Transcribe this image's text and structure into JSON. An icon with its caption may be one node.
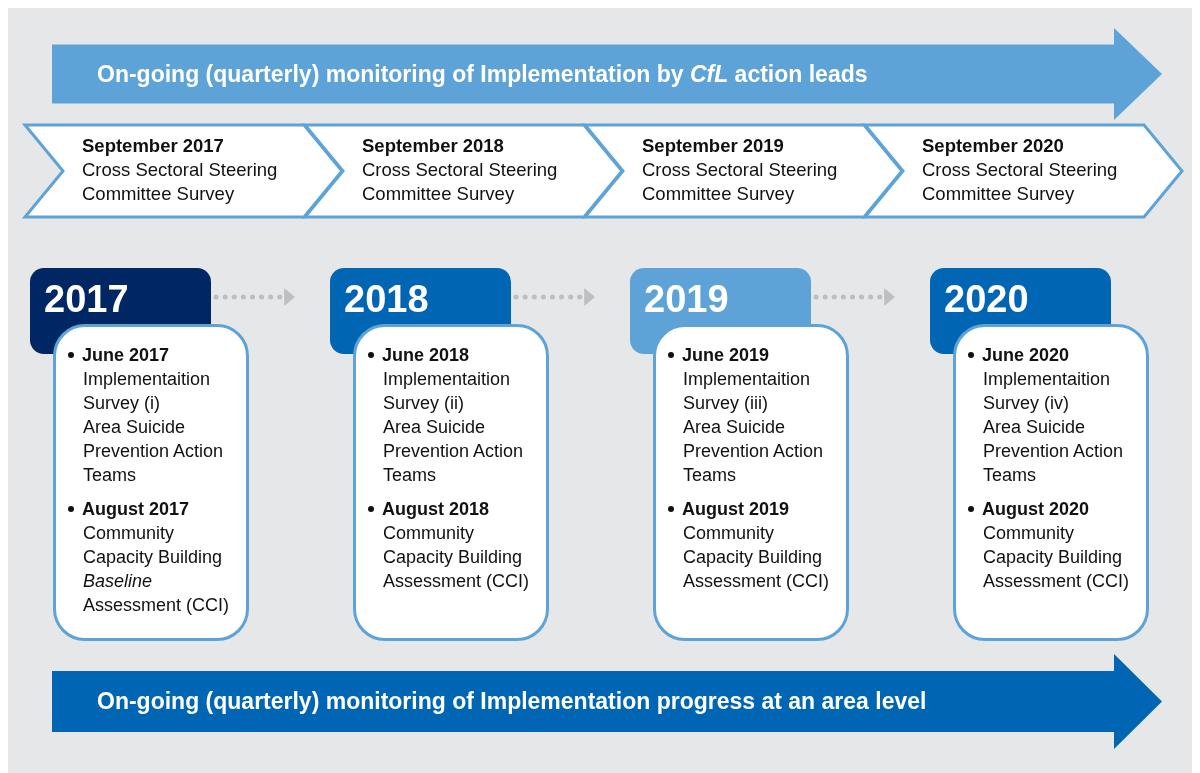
{
  "diagram": {
    "nodes": [
      {
        "text": [
          "On-going (quarterly) monitoring of Implementation by *CfL* action leads"
        ]
      },
      {
        "text": [
          "September 2017",
          "Cross Sectoral Steering Committee Survey"
        ]
      },
      {
        "text": [
          "September 2018",
          "Cross Sectoral Steering Committee Survey"
        ]
      },
      {
        "text": [
          "September 2019",
          "Cross Sectoral Steering Committee Survey"
        ]
      },
      {
        "text": [
          "September 2020",
          "Cross Sectoral Steering Committee Survey"
        ]
      },
      {
        "text": [
          "2017"
        ]
      },
      {
        "text": [
          "June 2017",
          "Implementaition Survey (i)",
          "Area Suicide Prevention Action Teams",
          "August 2017",
          "Community Capacity Building *Baseline* Assessment (CCI)"
        ]
      },
      {
        "text": [
          "2018"
        ]
      },
      {
        "text": [
          "June 2018",
          "Implementaition Survey (ii)",
          "Area Suicide Prevention Action Teams",
          "August 2018",
          "Community Capacity Building Assessment (CCI)"
        ]
      },
      {
        "text": [
          "2019"
        ]
      },
      {
        "text": [
          "June 2019",
          "Implementaition Survey (iii)",
          "Area Suicide Prevention Action Teams",
          "August 2019",
          "Community Capacity Building Assessment (CCI)"
        ]
      },
      {
        "text": [
          "2020"
        ]
      },
      {
        "text": [
          "June 2020",
          "Implementaition Survey (iv)",
          "Area Suicide Prevention Action Teams",
          "August 2020",
          "Community Capacity Building Assessment (CCI)"
        ]
      },
      {
        "text": [
          "On-going (quarterly) monitoring of Implementation progress at an area level"
        ]
      }
    ],
    "edges": [
      {
        "from": 5,
        "to": 7,
        "arrow": "to",
        "style": "dashed"
      },
      {
        "from": 7,
        "to": 9,
        "arrow": "to",
        "style": "dashed"
      },
      {
        "from": 9,
        "to": 11,
        "arrow": "to",
        "style": "dashed"
      }
    ]
  }
}
